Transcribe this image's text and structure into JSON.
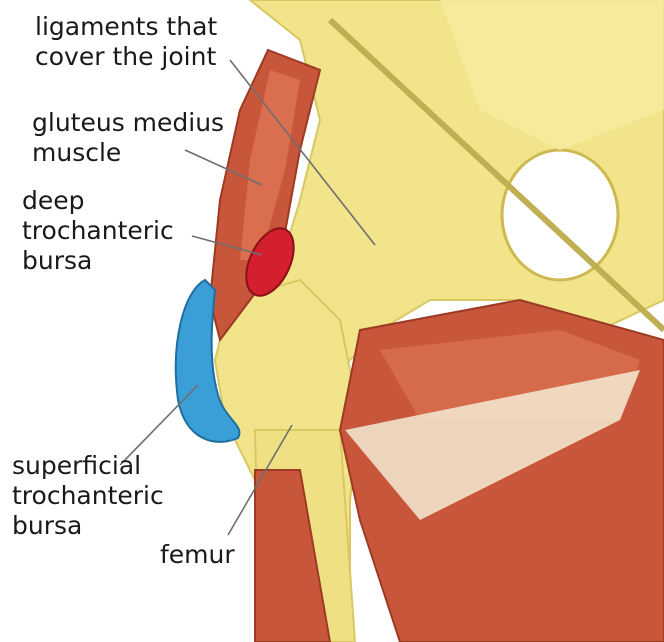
{
  "labels": {
    "ligaments": {
      "line1": "ligaments that",
      "line2": "cover the joint"
    },
    "gluteus": {
      "line1": "gluteus medius",
      "line2": "muscle"
    },
    "deep_bursa": {
      "line1": "deep",
      "line2": "trochanteric",
      "line3": "bursa"
    },
    "superficial_bursa": {
      "line1": "superficial",
      "line2": "trochanteric",
      "line3": "bursa"
    },
    "femur": {
      "line1": "femur"
    }
  },
  "colors": {
    "bone": "#f1e48a",
    "bone_shade": "#d9c862",
    "muscle": "#c8563a",
    "muscle_light": "#e07a58",
    "deep_bursa": "#d4202e",
    "superficial_bursa": "#3a9fd6",
    "leader_line": "#6e6e6e",
    "background": "#ffffff"
  }
}
